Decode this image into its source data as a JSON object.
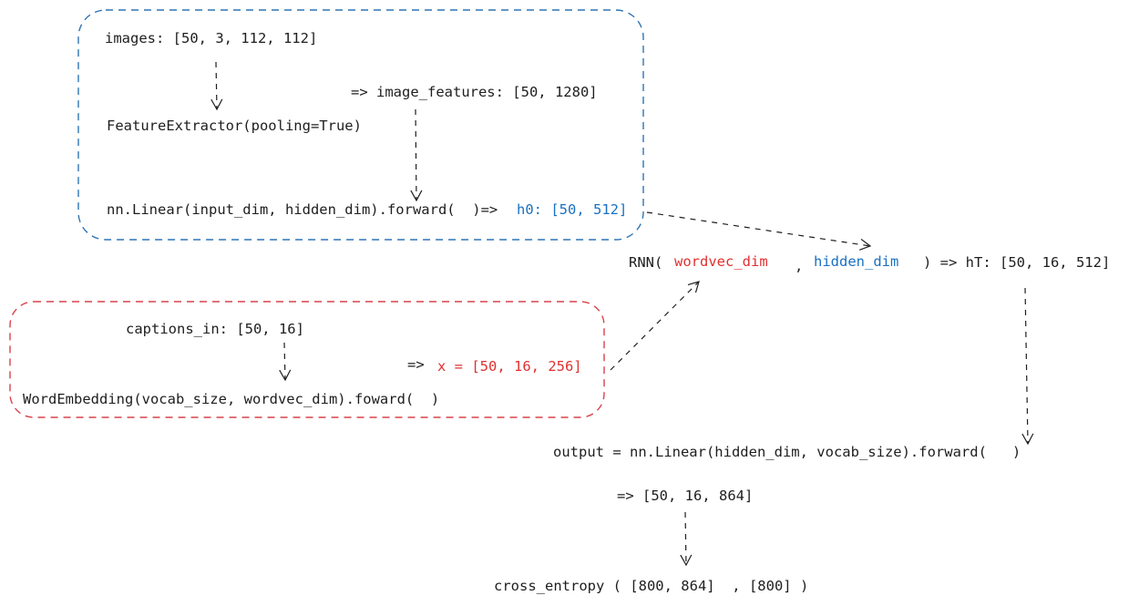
{
  "colors": {
    "ink": "#1e1e1e",
    "blue": "#1971c2",
    "red": "#e03131",
    "blue_box": "#2f75b5",
    "red_box": "#d9424a"
  },
  "image_branch": {
    "images": "images: [50, 3, 112, 112]",
    "image_features": "=> image_features: [50, 1280]",
    "feature_extractor": "FeatureExtractor(pooling=True)",
    "linear": "nn.Linear(input_dim, hidden_dim).forward(  )=>",
    "h0": "h0: [50, 512]"
  },
  "rnn": {
    "prefix": "RNN(",
    "wordvec_dim": "wordvec_dim",
    "comma": ",",
    "hidden_dim": "hidden_dim",
    "suffix": ") => hT: [50, 16, 512]"
  },
  "caption_branch": {
    "captions_in": "captions_in: [50, 16]",
    "arrow": "=>",
    "x": "x = [50, 16, 256]",
    "word_embedding": "WordEmbedding(vocab_size, wordvec_dim).foward(  )"
  },
  "output": {
    "linear": "output = nn.Linear(hidden_dim, vocab_size).forward(   )",
    "shape": "=> [50, 16, 864]",
    "loss": "cross_entropy ( [800, 864]  , [800] )"
  }
}
